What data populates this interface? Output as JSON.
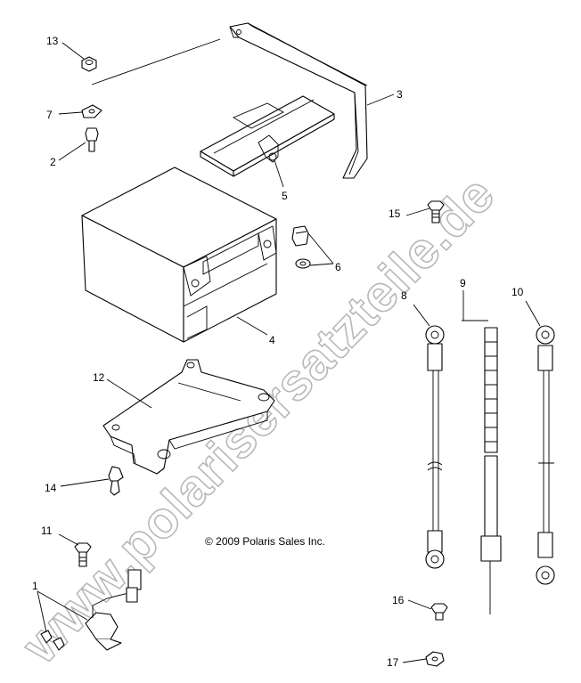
{
  "copyright": "© 2009 Polaris Sales Inc.",
  "watermark": "www.polarisersatzteile.de",
  "callouts": {
    "c1": "1",
    "c2": "2",
    "c3": "3",
    "c4": "4",
    "c5": "5",
    "c6": "6",
    "c7": "7",
    "c8": "8",
    "c9": "9",
    "c10": "10",
    "c11": "11",
    "c12": "12",
    "c13": "13",
    "c14": "14",
    "c15": "15",
    "c16": "16",
    "c17": "17"
  },
  "colors": {
    "line": "#000000",
    "watermark": "#b8b8b8",
    "background": "#ffffff"
  }
}
